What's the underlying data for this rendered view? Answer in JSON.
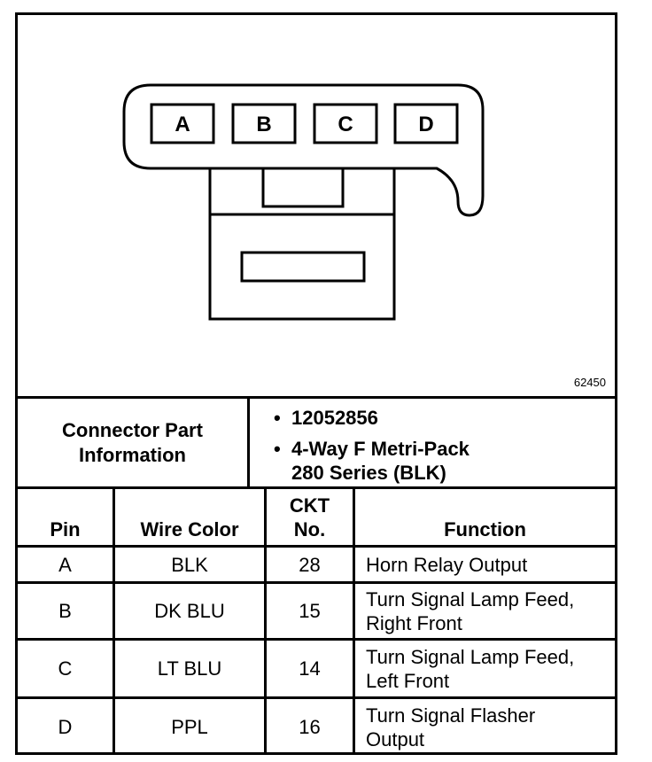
{
  "figure": {
    "id": "62450",
    "pin_labels": [
      "A",
      "B",
      "C",
      "D"
    ]
  },
  "connector_info": {
    "label_line1": "Connector Part",
    "label_line2": "Information",
    "part_number": "12052856",
    "desc_line1": "4-Way F Metri-Pack",
    "desc_line2": "280 Series (BLK)",
    "bullet": "•"
  },
  "table": {
    "headers": {
      "pin": "Pin",
      "wire_color": "Wire Color",
      "ckt_line1": "CKT",
      "ckt_line2": "No.",
      "function": "Function"
    },
    "rows": [
      {
        "pin": "A",
        "wire_color": "BLK",
        "ckt": "28",
        "function_line1": "Horn Relay Output",
        "function_line2": ""
      },
      {
        "pin": "B",
        "wire_color": "DK BLU",
        "ckt": "15",
        "function_line1": "Turn Signal Lamp Feed,",
        "function_line2": "Right Front"
      },
      {
        "pin": "C",
        "wire_color": "LT BLU",
        "ckt": "14",
        "function_line1": "Turn Signal Lamp Feed,",
        "function_line2": "Left Front"
      },
      {
        "pin": "D",
        "wire_color": "PPL",
        "ckt": "16",
        "function_line1": "Turn Signal Flasher",
        "function_line2": "Output"
      }
    ]
  }
}
